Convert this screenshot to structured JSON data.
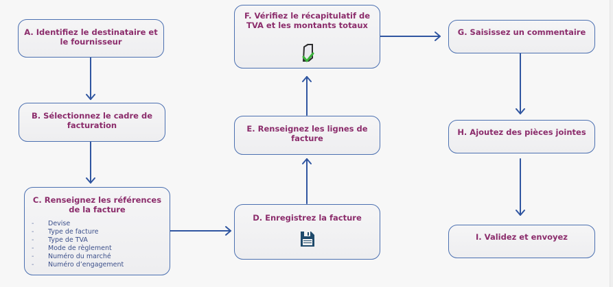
{
  "colors": {
    "background": "#f7f7f7",
    "box_border": "#4a6fb0",
    "title_text": "#8b2c6b",
    "list_text": "#3b4f8a",
    "arrow": "#2f55a0"
  },
  "steps": {
    "a": {
      "title": "A. Identifiez le destinataire et le fournisseur"
    },
    "b": {
      "title": "B. Sélectionnez le cadre de facturation"
    },
    "c": {
      "title": "C. Renseignez les références de la facture",
      "items": [
        {
          "bullet": "-",
          "label": "Devise"
        },
        {
          "bullet": "-",
          "label": "Type de facture"
        },
        {
          "bullet": "-",
          "label": "Type de TVA"
        },
        {
          "bullet": "-",
          "label": "Mode de règlement"
        },
        {
          "bullet": "-",
          "label": "Numéro du marché"
        },
        {
          "bullet": "-",
          "label": "Numéro d’engagement"
        }
      ]
    },
    "d": {
      "title": "D. Enregistrez la facture",
      "icon": "floppy-disk-icon"
    },
    "e": {
      "title": "E. Renseignez les lignes de facture"
    },
    "f": {
      "title": "F. Vérifiez le récapitulatif de TVA et les montants totaux",
      "icon": "document-check-icon"
    },
    "g": {
      "title": "G. Saisissez un commentaire"
    },
    "h": {
      "title": "H. Ajoutez des pièces jointes"
    },
    "i": {
      "title": "I. Validez et envoyez"
    }
  }
}
